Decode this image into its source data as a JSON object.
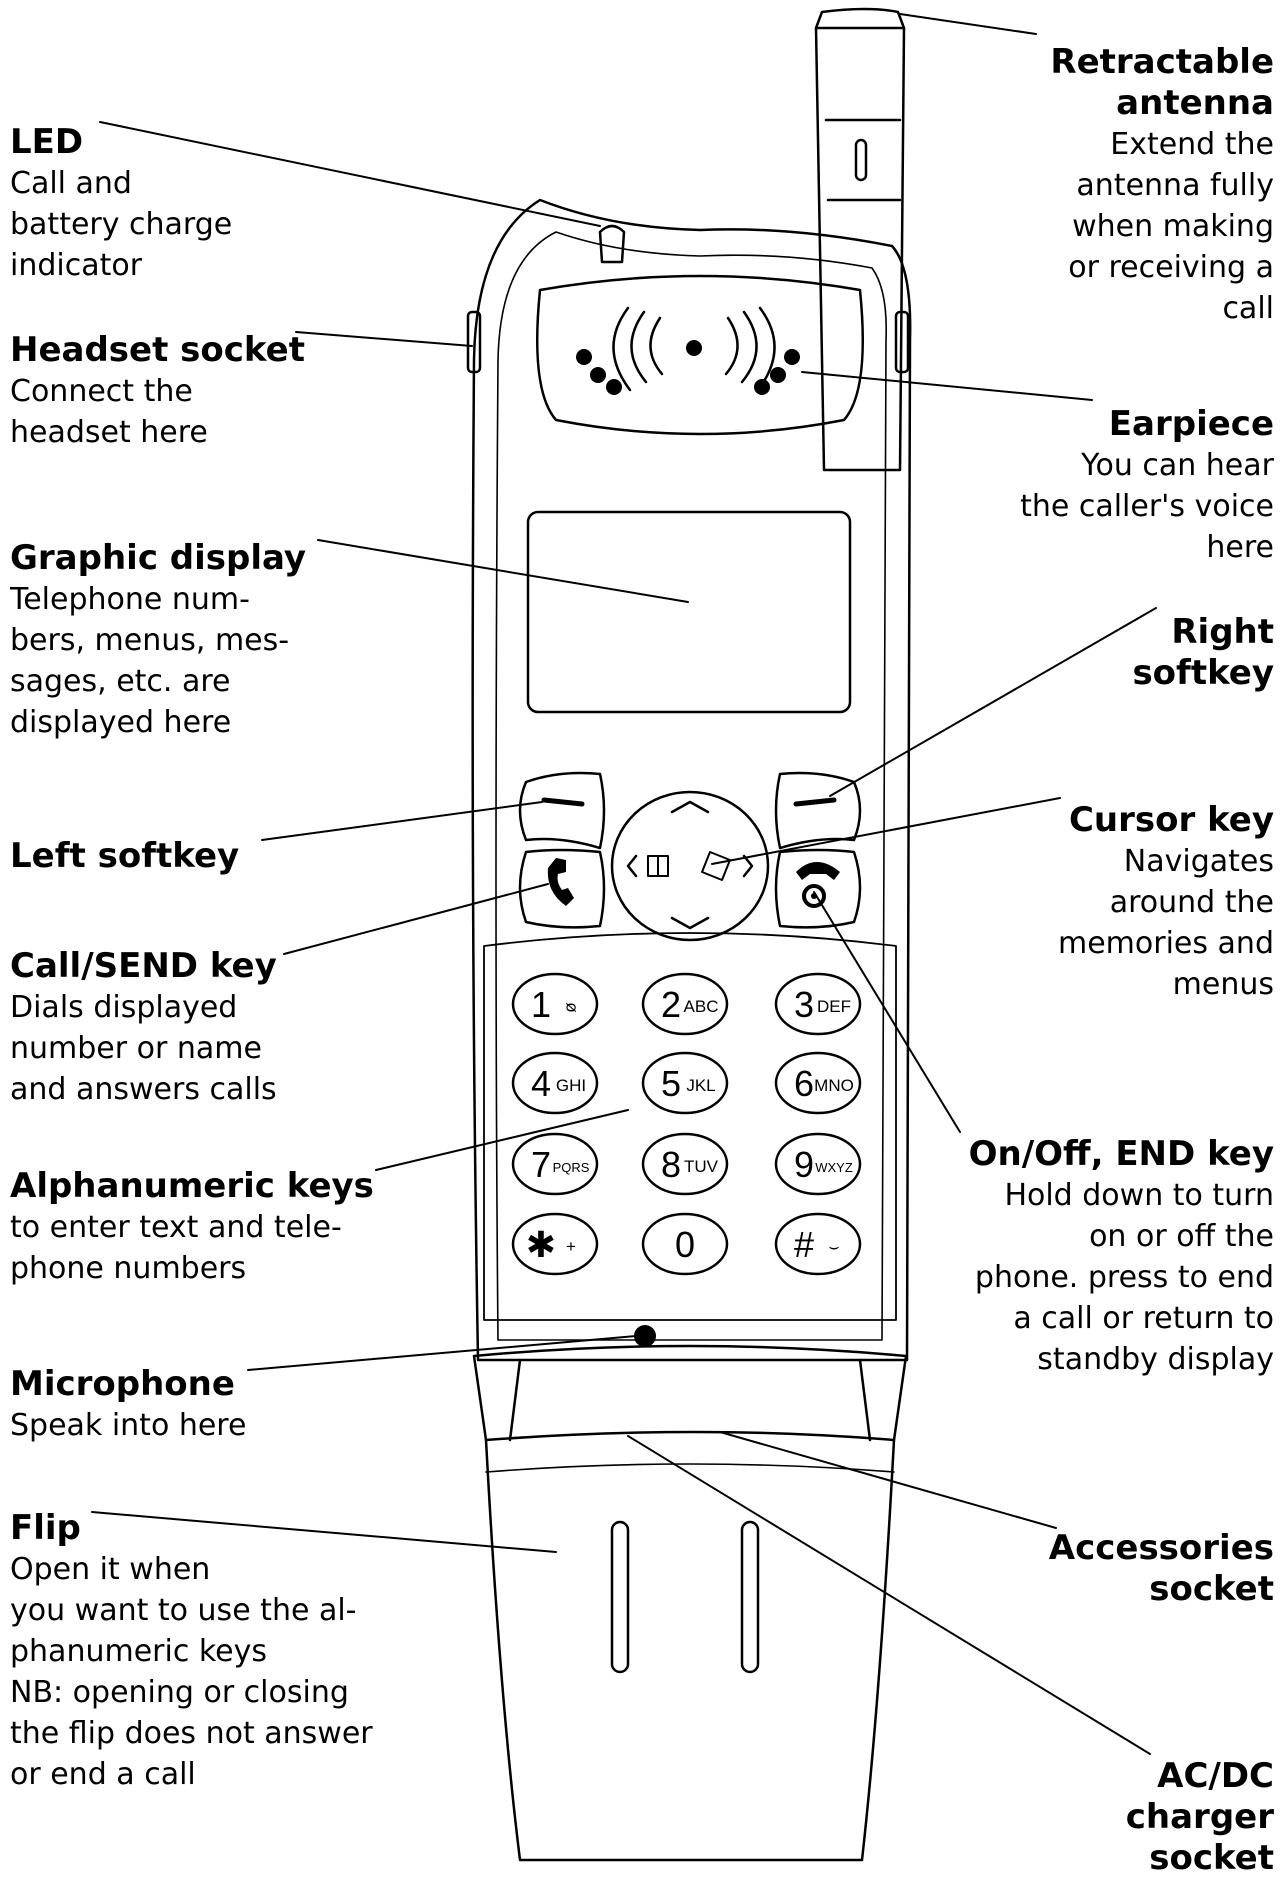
{
  "labels": {
    "led": {
      "title": "LED",
      "desc": "Call and\nbattery charge\nindicator"
    },
    "headset": {
      "title": "Headset socket",
      "desc": "Connect the\nheadset here"
    },
    "display": {
      "title": "Graphic display",
      "desc": "Telephone num-\nbers, menus, mes-\nsages, etc. are\ndisplayed here"
    },
    "left_softkey": {
      "title": "Left softkey",
      "desc": ""
    },
    "call_send": {
      "title": "Call/SEND key",
      "desc": "Dials displayed\nnumber or name\nand answers calls"
    },
    "alphanumeric": {
      "title": "Alphanumeric keys",
      "desc": "to enter text and tele-\nphone numbers"
    },
    "microphone": {
      "title": "Microphone",
      "desc": "Speak into here"
    },
    "flip": {
      "title": "Flip",
      "desc": "Open it when\nyou want to use the al-\nphanumeric keys\nNB: opening or closing\nthe flip does not answer\nor end a call"
    },
    "antenna": {
      "title": "Retractable\nantenna",
      "desc": "Extend the\nantenna fully\nwhen making\nor receiving a\ncall"
    },
    "earpiece": {
      "title": "Earpiece",
      "desc": "You can hear\nthe caller's voice\nhere"
    },
    "right_softkey": {
      "title": "Right\nsoftkey",
      "desc": ""
    },
    "cursor": {
      "title": "Cursor key",
      "desc": "Navigates\naround the\nmemories and\nmenus"
    },
    "on_off": {
      "title": "On/Off, END key",
      "desc": "Hold down to turn\non or off the\nphone. press to end\na call or return to\nstandby display"
    },
    "accessories": {
      "title": "Accessories\nsocket",
      "desc": ""
    },
    "charger": {
      "title": "AC/DC\ncharger\nsocket",
      "desc": ""
    }
  },
  "keypad": {
    "keys": [
      {
        "digit": "1",
        "letters": "ᴓ"
      },
      {
        "digit": "2",
        "letters": "ABC"
      },
      {
        "digit": "3",
        "letters": "DEF"
      },
      {
        "digit": "4",
        "letters": "GHI"
      },
      {
        "digit": "5",
        "letters": "JKL"
      },
      {
        "digit": "6",
        "letters": "MNO"
      },
      {
        "digit": "7",
        "letters": "PQRS"
      },
      {
        "digit": "8",
        "letters": "TUV"
      },
      {
        "digit": "9",
        "letters": "WXYZ"
      },
      {
        "digit": "✱",
        "letters": "+"
      },
      {
        "digit": "0",
        "letters": ""
      },
      {
        "digit": "#",
        "letters": "⌣"
      }
    ]
  },
  "icons": {
    "call": "phone-handset-icon",
    "end": "end-call-icon",
    "cursor": "cursor-arrows-icon"
  },
  "colors": {
    "ink": "#000000",
    "paper": "#ffffff"
  }
}
